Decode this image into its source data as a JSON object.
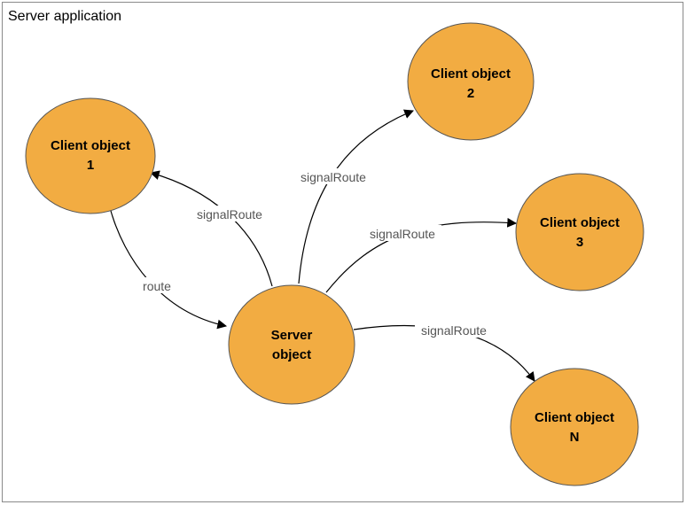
{
  "diagram": {
    "title": "Server application",
    "colors": {
      "node_fill": "#f2ac42",
      "node_stroke": "#555555",
      "edge": "#000000",
      "frame": "#8a8a8a"
    },
    "nodes": [
      {
        "id": "client1",
        "lines": [
          "Client object",
          "1"
        ]
      },
      {
        "id": "client2",
        "lines": [
          "Client object",
          "2"
        ]
      },
      {
        "id": "client3",
        "lines": [
          "Client object",
          "3"
        ]
      },
      {
        "id": "clientN",
        "lines": [
          "Client object",
          "N"
        ]
      },
      {
        "id": "server",
        "lines": [
          "Server",
          "object"
        ]
      }
    ],
    "edges": [
      {
        "from": "client1",
        "to": "server",
        "label": "route"
      },
      {
        "from": "server",
        "to": "client1",
        "label": "signalRoute"
      },
      {
        "from": "server",
        "to": "client2",
        "label": "signalRoute"
      },
      {
        "from": "server",
        "to": "client3",
        "label": "signalRoute"
      },
      {
        "from": "server",
        "to": "clientN",
        "label": "signalRoute"
      }
    ]
  }
}
